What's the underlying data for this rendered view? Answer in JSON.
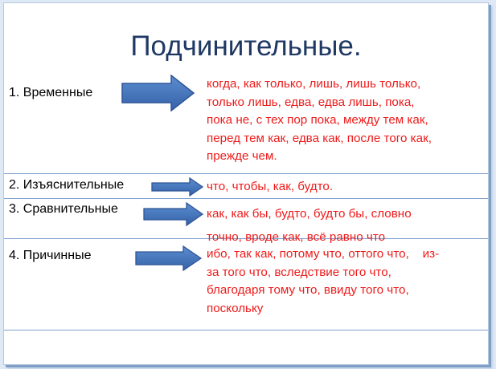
{
  "slide": {
    "title": "Подчинительные.",
    "colors": {
      "title": "#1f3864",
      "conjunctions": "#ee1b1b",
      "arrow": "#3f6fb7",
      "divider": "#7fa0cf"
    }
  },
  "rows": [
    {
      "label": "1. Временные",
      "arrow_icon": "right-arrow-icon",
      "lines": [
        "когда, как только, лишь, лишь только,",
        "только лишь, едва, едва лишь, пока,",
        "пока не, с тех пор пока, между тем как,",
        "перед тем как, едва как, после того как,",
        "прежде чем."
      ]
    },
    {
      "label": "2. Изъяснительные",
      "arrow_icon": "right-arrow-icon",
      "lines": [
        "что, чтобы, как, будто."
      ]
    },
    {
      "label": "3. Сравнительные",
      "arrow_icon": "right-arrow-icon",
      "lines": [
        "как, как бы, будто, будто бы, словно",
        "точно, вроде как, всё равно что"
      ]
    },
    {
      "label": "4. Причинные",
      "arrow_icon": "right-arrow-icon",
      "lines": [
        "ибо, так как, потому что, оттого что,    из-",
        "за того что, вследствие того что,",
        "благодаря тому что, ввиду того что,",
        "поскольку"
      ]
    }
  ]
}
